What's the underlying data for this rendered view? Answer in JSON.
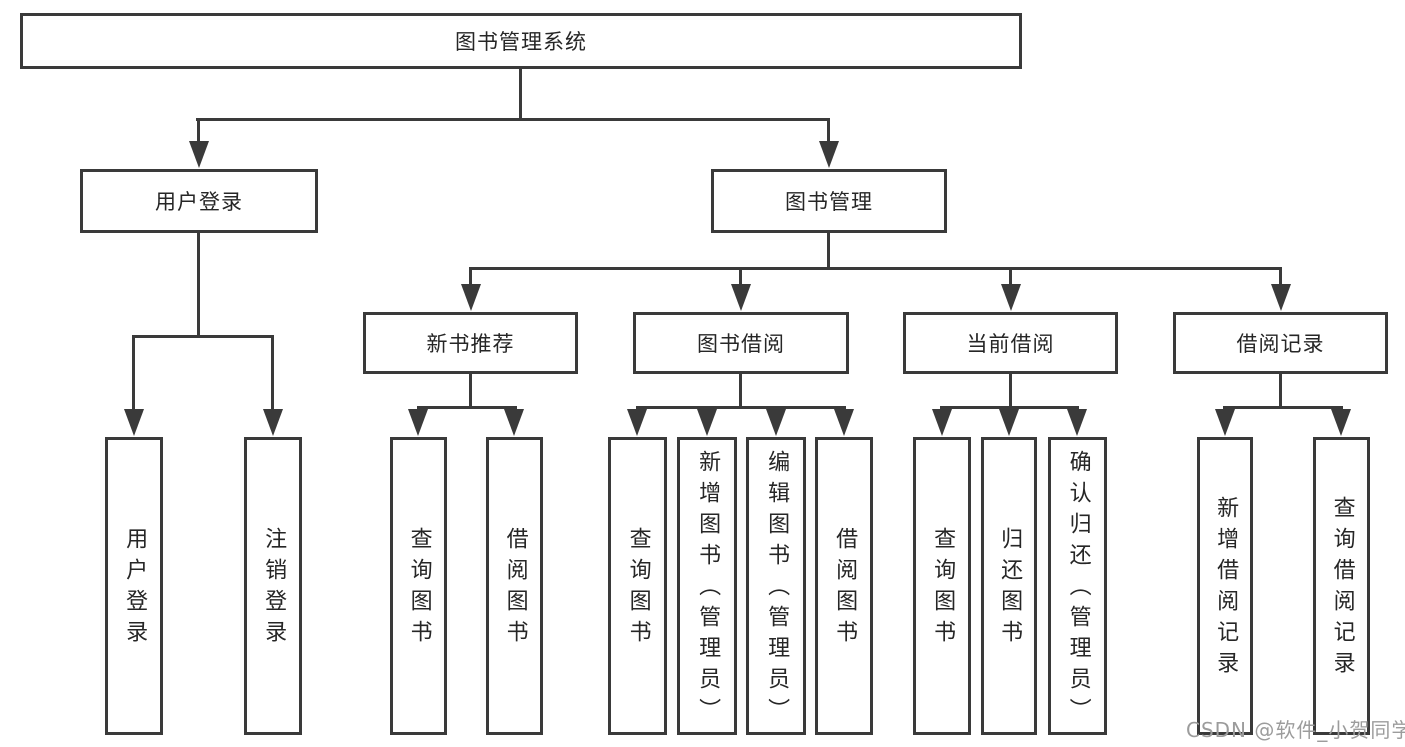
{
  "colors": {
    "line": "#3a3a3a",
    "box_border": "#3a3a3a",
    "text": "#262626",
    "watermark": "#9c9c9c",
    "background": "#ffffff"
  },
  "diagram": {
    "root": {
      "label": "图书管理系统"
    },
    "user_login": {
      "label": "用户登录",
      "children": [
        {
          "label": "用户登录"
        },
        {
          "label": "注销登录"
        }
      ]
    },
    "book_mgmt": {
      "label": "图书管理",
      "sections": [
        {
          "label": "新书推荐",
          "children": [
            {
              "label": "查询图书"
            },
            {
              "label": "借阅图书"
            }
          ]
        },
        {
          "label": "图书借阅",
          "children": [
            {
              "label": "查询图书"
            },
            {
              "label": "新增图书（管理员）"
            },
            {
              "label": "编辑图书（管理员）"
            },
            {
              "label": "借阅图书"
            }
          ]
        },
        {
          "label": "当前借阅",
          "children": [
            {
              "label": "查询图书"
            },
            {
              "label": "归还图书"
            },
            {
              "label": "确认归还（管理员）"
            }
          ]
        },
        {
          "label": "借阅记录",
          "children": [
            {
              "label": "新增借阅记录"
            },
            {
              "label": "查询借阅记录"
            }
          ]
        }
      ]
    },
    "watermark": "CSDN @软件_小贺同学"
  }
}
